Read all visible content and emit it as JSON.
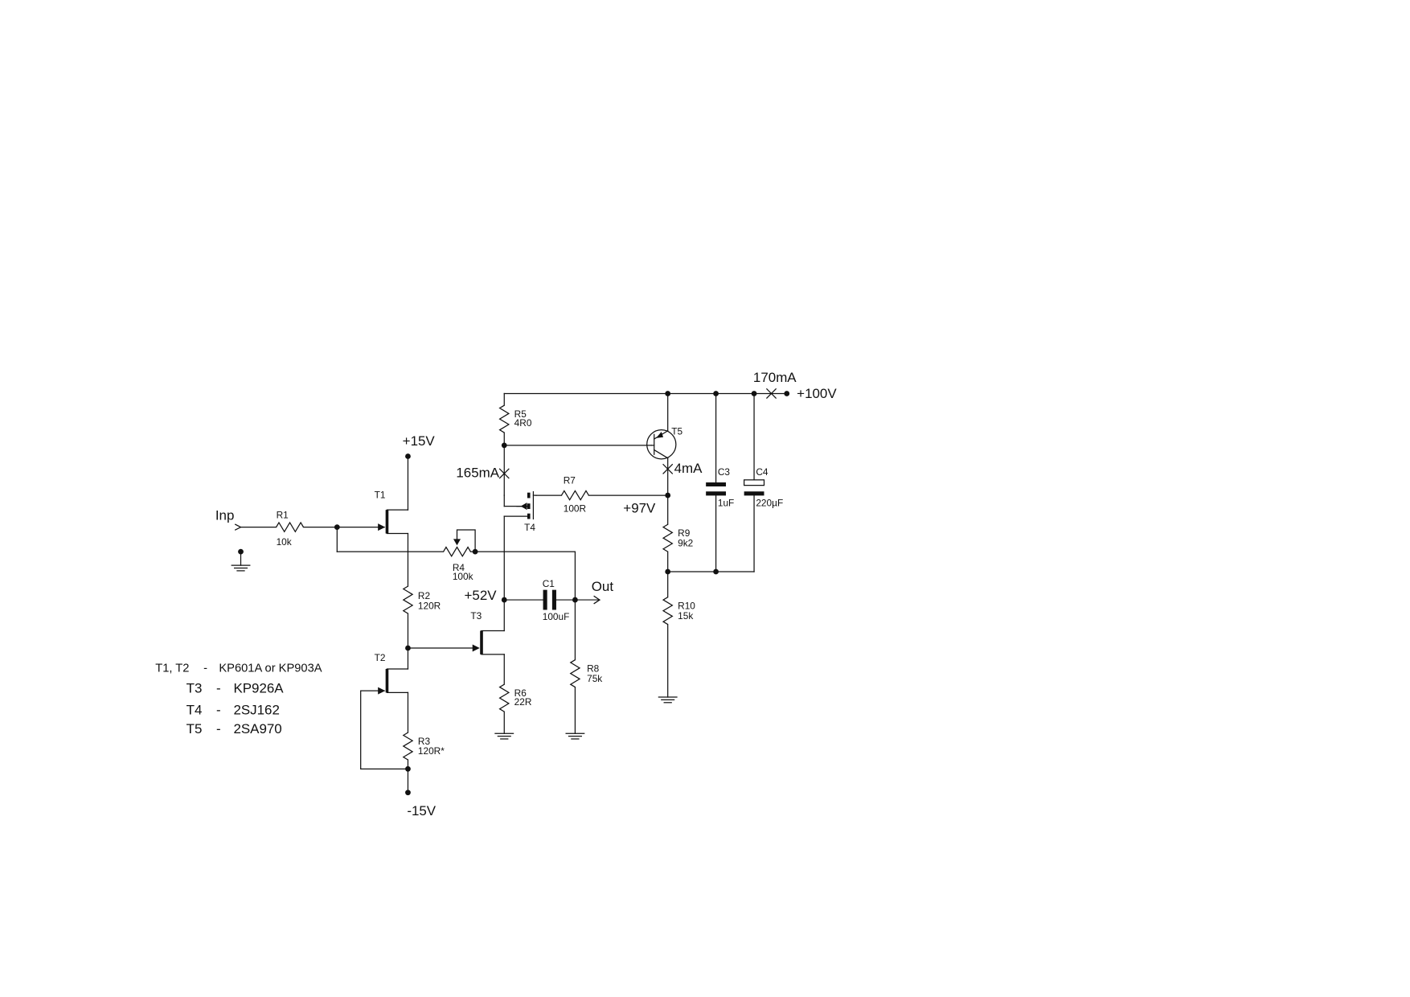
{
  "supplies": {
    "plus100": "+100V",
    "plus15": "+15V",
    "minus15": "-15V",
    "node97": "+97V",
    "node52": "+52V"
  },
  "currents": {
    "total": "170mA",
    "t4": "165mA",
    "t5": "4mA"
  },
  "ports": {
    "input": "Inp",
    "output": "Out"
  },
  "components": {
    "r1": {
      "ref": "R1",
      "value": "10k"
    },
    "r2": {
      "ref": "R2",
      "value": "120R"
    },
    "r3": {
      "ref": "R3",
      "value": "120R*"
    },
    "r4": {
      "ref": "R4",
      "value": "100k"
    },
    "r5": {
      "ref": "R5",
      "value": "4R0"
    },
    "r6": {
      "ref": "R6",
      "value": "22R"
    },
    "r7": {
      "ref": "R7",
      "value": "100R"
    },
    "r8": {
      "ref": "R8",
      "value": "75k"
    },
    "r9": {
      "ref": "R9",
      "value": "9k2"
    },
    "r10": {
      "ref": "R10",
      "value": "15k"
    },
    "c1": {
      "ref": "C1",
      "value": "100uF"
    },
    "c3": {
      "ref": "C3",
      "value": "1uF"
    },
    "c4": {
      "ref": "C4",
      "value": "220µF"
    },
    "t1": {
      "ref": "T1"
    },
    "t2": {
      "ref": "T2"
    },
    "t3": {
      "ref": "T3"
    },
    "t4": {
      "ref": "T4"
    },
    "t5": {
      "ref": "T5"
    }
  },
  "parts_list": [
    {
      "ref": "T1, T2",
      "sep": "-",
      "part": "KP601A or KP903A"
    },
    {
      "ref": "T3",
      "sep": "-",
      "part": "KP926A"
    },
    {
      "ref": "T4",
      "sep": "-",
      "part": "2SJ162"
    },
    {
      "ref": "T5",
      "sep": "-",
      "part": "2SA970"
    }
  ]
}
